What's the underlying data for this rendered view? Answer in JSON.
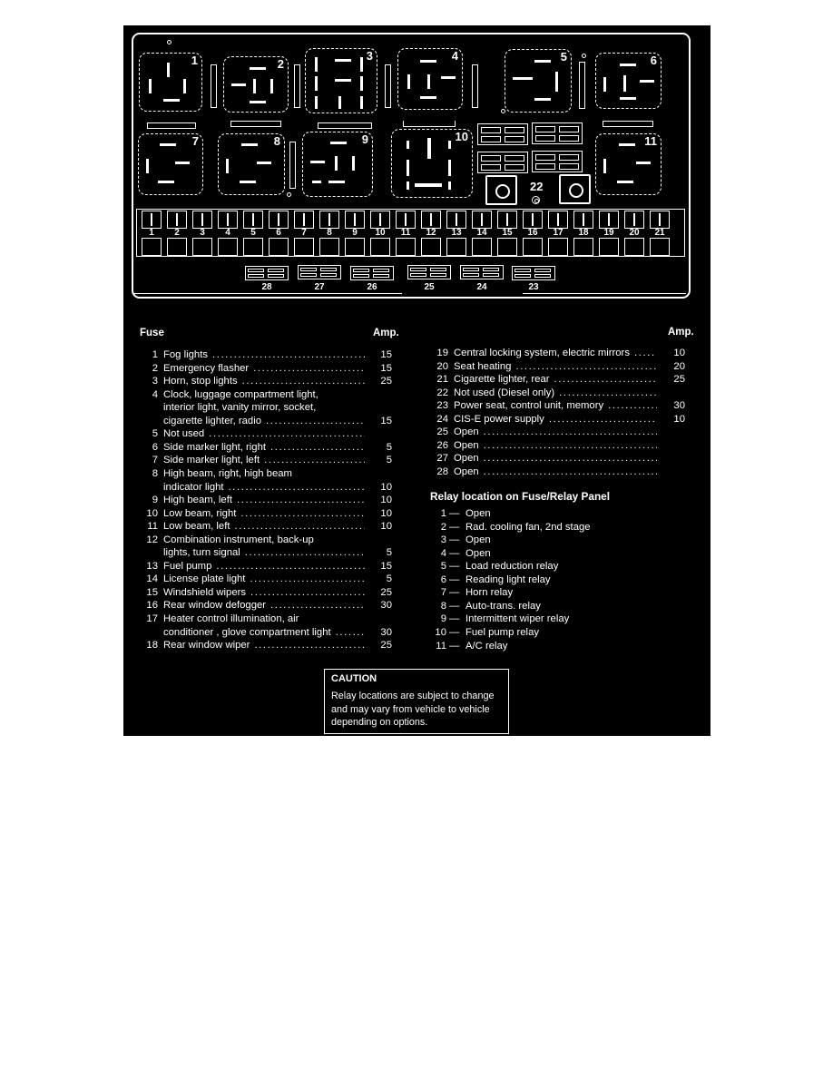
{
  "diagram": {
    "title": "fuse-relay-panel-diagram",
    "relay_numbers": [
      "1",
      "2",
      "3",
      "4",
      "5",
      "6",
      "7",
      "8",
      "9",
      "10",
      "11"
    ],
    "center_label": "22",
    "fuse_numbers": [
      "1",
      "2",
      "3",
      "4",
      "5",
      "6",
      "7",
      "8",
      "9",
      "10",
      "11",
      "12",
      "13",
      "14",
      "15",
      "16",
      "17",
      "18",
      "19",
      "20",
      "21"
    ],
    "bottom_connector_numbers": [
      "28",
      "27",
      "26",
      "25",
      "24",
      "23"
    ]
  },
  "fuse_table": {
    "col_header_left": "Fuse",
    "col_header_amp": "Amp.",
    "col_header_amp_right": "Amp.",
    "left": [
      {
        "no": "1",
        "desc": [
          "Fog lights"
        ],
        "amp": "15",
        "dots": true
      },
      {
        "no": "2",
        "desc": [
          "Emergency flasher"
        ],
        "amp": "15",
        "dots": true
      },
      {
        "no": "3",
        "desc": [
          "Horn, stop lights"
        ],
        "amp": "25",
        "dots": true
      },
      {
        "no": "4",
        "desc": [
          "Clock, luggage compartment light,",
          "interior light, vanity mirror, socket,",
          "cigarette lighter, radio"
        ],
        "amp": "15",
        "dots": true
      },
      {
        "no": "5",
        "desc": [
          "Not used"
        ],
        "amp": "",
        "dots": true
      },
      {
        "no": "6",
        "desc": [
          "Side marker light, right"
        ],
        "amp": "5",
        "dots": true
      },
      {
        "no": "7",
        "desc": [
          "Side marker light, left"
        ],
        "amp": "5",
        "dots": true
      },
      {
        "no": "8",
        "desc": [
          "High beam, right, high beam",
          "indicator light"
        ],
        "amp": "10",
        "dots": true
      },
      {
        "no": "9",
        "desc": [
          "High beam, left"
        ],
        "amp": "10",
        "dots": true
      },
      {
        "no": "10",
        "desc": [
          "Low beam, right"
        ],
        "amp": "10",
        "dots": true
      },
      {
        "no": "11",
        "desc": [
          "Low beam, left"
        ],
        "amp": "10",
        "dots": true
      },
      {
        "no": "12",
        "desc": [
          "Combination instrument, back-up",
          "lights, turn signal"
        ],
        "amp": "5",
        "dots": true
      },
      {
        "no": "13",
        "desc": [
          "Fuel pump"
        ],
        "amp": "15",
        "dots": true
      },
      {
        "no": "14",
        "desc": [
          "License plate light"
        ],
        "amp": "5",
        "dots": true
      },
      {
        "no": "15",
        "desc": [
          "Windshield wipers"
        ],
        "amp": "25",
        "dots": true
      },
      {
        "no": "16",
        "desc": [
          "Rear window defogger"
        ],
        "amp": "30",
        "dots": true
      },
      {
        "no": "17",
        "desc": [
          "Heater control illumination, air",
          "conditioner , glove compartment light"
        ],
        "amp": "30",
        "dots": true
      },
      {
        "no": "18",
        "desc": [
          "Rear window wiper"
        ],
        "amp": "25",
        "dots": true
      }
    ],
    "right": [
      {
        "no": "19",
        "desc": [
          "Central locking system, electric mirrors"
        ],
        "amp": "10",
        "dots": true
      },
      {
        "no": "20",
        "desc": [
          "Seat heating"
        ],
        "amp": "20",
        "dots": true
      },
      {
        "no": "21",
        "desc": [
          "Cigarette lighter, rear"
        ],
        "amp": "25",
        "dots": true
      },
      {
        "no": "22",
        "desc": [
          "Not used (Diesel only)"
        ],
        "amp": "",
        "dots": true
      },
      {
        "no": "23",
        "desc": [
          "Power seat, control unit, memory"
        ],
        "amp": "30",
        "dots": true
      },
      {
        "no": "24",
        "desc": [
          "CIS-E power supply"
        ],
        "amp": "10",
        "dots": true
      },
      {
        "no": "25",
        "desc": [
          "Open"
        ],
        "amp": "",
        "dots": true
      },
      {
        "no": "26",
        "desc": [
          "Open"
        ],
        "amp": "",
        "dots": true
      },
      {
        "no": "27",
        "desc": [
          "Open"
        ],
        "amp": "",
        "dots": true
      },
      {
        "no": "28",
        "desc": [
          "Open"
        ],
        "amp": "",
        "dots": true
      }
    ]
  },
  "relay_table": {
    "title": "Relay location on Fuse/Relay Panel",
    "items": [
      {
        "no": "1",
        "dash": "—",
        "desc": "Open"
      },
      {
        "no": "2",
        "dash": "—",
        "desc": "Rad. cooling fan, 2nd stage"
      },
      {
        "no": "3",
        "dash": "—",
        "desc": "Open"
      },
      {
        "no": "4",
        "dash": "—",
        "desc": "Open"
      },
      {
        "no": "5",
        "dash": "—",
        "desc": "Load reduction relay"
      },
      {
        "no": "6",
        "dash": "—",
        "desc": "Reading light relay"
      },
      {
        "no": "7",
        "dash": "—",
        "desc": "Horn relay"
      },
      {
        "no": "8",
        "dash": "—",
        "desc": "Auto-trans. relay"
      },
      {
        "no": "9",
        "dash": "—",
        "desc": "Intermittent wiper relay"
      },
      {
        "no": "10",
        "dash": "—",
        "desc": "Fuel pump relay"
      },
      {
        "no": "11",
        "dash": "—",
        "desc": "A/C relay"
      }
    ]
  },
  "caution": {
    "title": "CAUTION",
    "body": "Relay locations are subject to change and may vary from vehicle to vehicle depending on options."
  },
  "colors": {
    "background": "#ffffff",
    "plate": "#000000",
    "ink": "#ffffff"
  }
}
